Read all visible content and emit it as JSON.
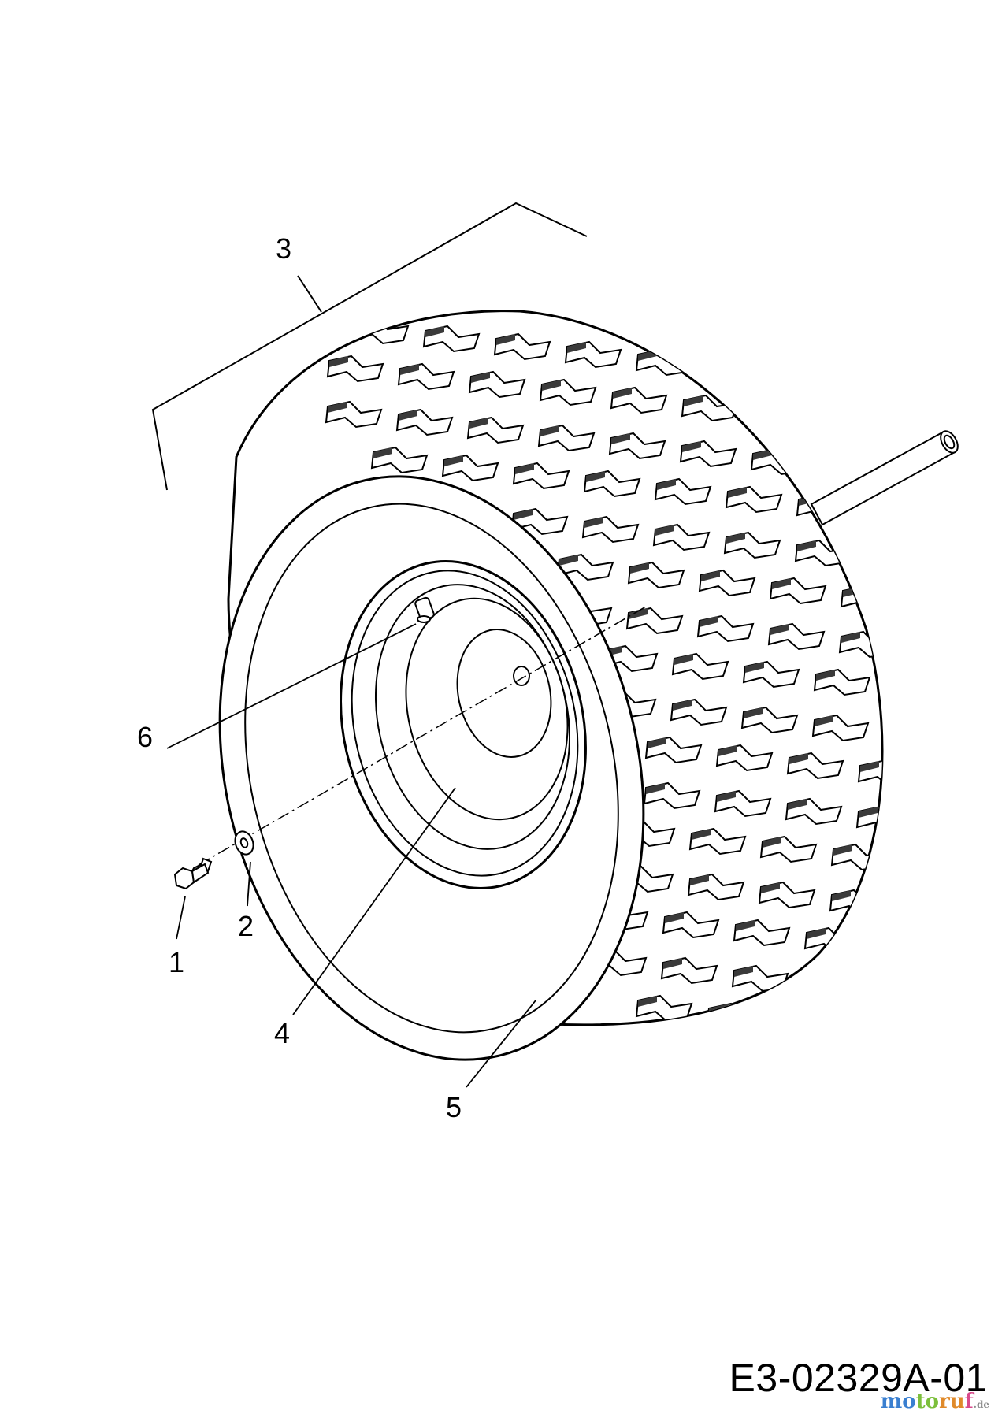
{
  "diagram": {
    "callouts": [
      "1",
      "2",
      "3",
      "4",
      "5",
      "6"
    ],
    "reference_code": "E3-02329A-01",
    "watermark": "motoruf.de"
  },
  "colors": {
    "line": "#000000",
    "background": "#ffffff",
    "tread_shadow": "#3a3a3a"
  }
}
